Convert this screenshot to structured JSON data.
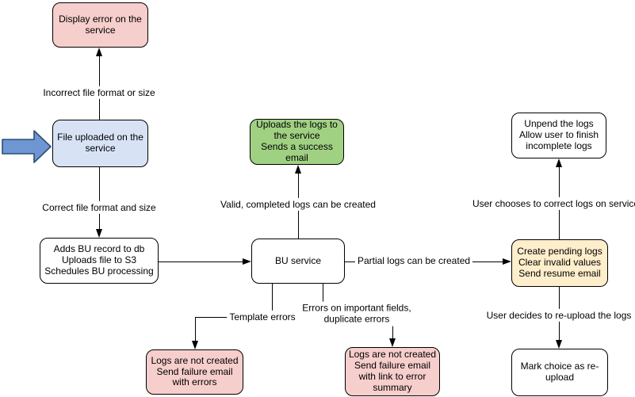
{
  "diagram": {
    "background": "#ffffff",
    "stroke_color": "#000000",
    "nodes": {
      "display_error": {
        "text": "Display error on the\nservice",
        "fill": "#f6cecb"
      },
      "file_uploaded": {
        "text": "File uploaded on the\nservice",
        "fill": "#d7e3f5"
      },
      "add_bu_record": {
        "text": "Adds BU record to db\nUploads file to S3\nSchedules BU processing",
        "fill": "#ffffff"
      },
      "bu_service": {
        "text": "BU service",
        "fill": "#ffffff"
      },
      "upload_logs_success": {
        "text": "Uploads the logs to\nthe service\nSends a success\nemail",
        "fill": "#a0d183"
      },
      "unpend_logs": {
        "text": "Unpend the logs\nAllow user to finish\nincomplete logs",
        "fill": "#ffffff"
      },
      "create_pending_logs": {
        "text": "Create pending logs\nClear invalid values\nSend resume email",
        "fill": "#ffeecb"
      },
      "mark_reupload": {
        "text": "Mark choice as re-\nupload",
        "fill": "#ffffff"
      },
      "logs_not_created_errors": {
        "text": "Logs are not created\nSend failure email\nwith errors",
        "fill": "#f6cecb"
      },
      "logs_not_created_summary": {
        "text": "Logs are not created\nSend failure email\nwith link to error\nsummary",
        "fill": "#f6cecb"
      }
    },
    "edge_labels": {
      "incorrect_format": "Incorrect file format or size",
      "correct_format": "Correct file format and size",
      "valid_logs": "Valid, completed logs can be created",
      "partial_logs": "Partial logs can be created",
      "template_errors": "Template errors",
      "important_field_errors": "Errors on important fields,\nduplicate errors",
      "user_corrects": "User chooses to correct logs on service",
      "user_reuploads": "User decides to re-upload the logs"
    },
    "pointer": {
      "fill": "#6e96d3",
      "stroke": "#2d4d76"
    }
  }
}
